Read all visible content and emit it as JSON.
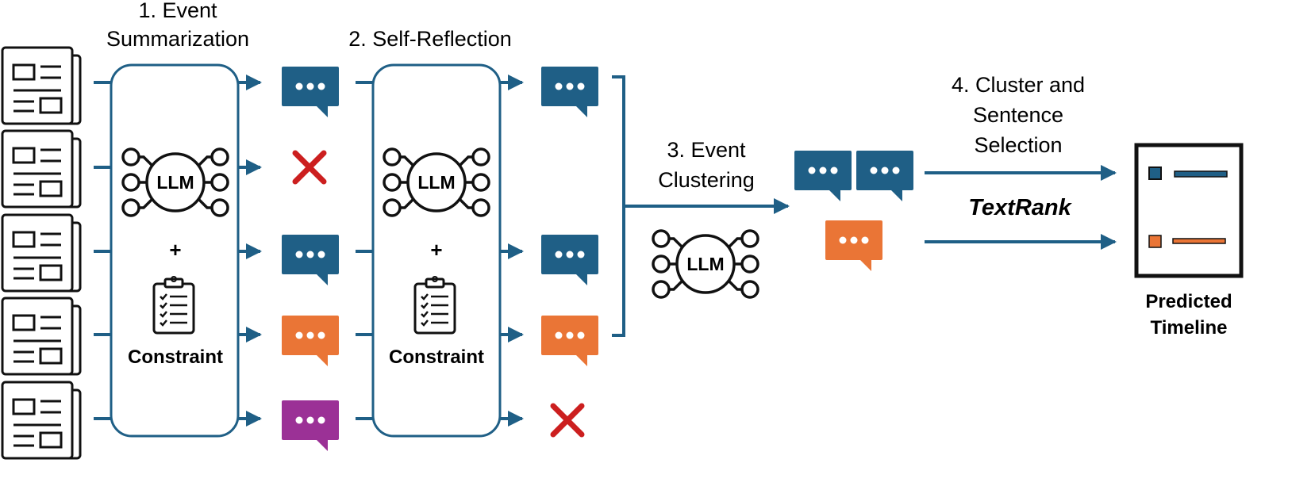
{
  "steps": {
    "s1_line1": "1. Event",
    "s1_line2": "Summarization",
    "s2": "2. Self-Reflection",
    "s3_line1": "3. Event",
    "s3_line2": "Clustering",
    "s4_line1": "4. Cluster and",
    "s4_line2": "Sentence",
    "s4_line3": "Selection"
  },
  "llm_label": "LLM",
  "plus_sign": "+",
  "constraint_label": "Constraint",
  "textrank_label": "TextRank",
  "output": {
    "line1": "Predicted",
    "line2": "Timeline"
  },
  "colors": {
    "blue": "#1f5f86",
    "orange": "#ea7536",
    "purple": "#9b3196",
    "red": "#cc1f1f",
    "black": "#111111"
  },
  "icons": [
    "newspaper-icon",
    "llm-network-icon",
    "clipboard-checklist-icon",
    "speech-bubble-icon",
    "red-x-icon",
    "timeline-document-icon"
  ]
}
